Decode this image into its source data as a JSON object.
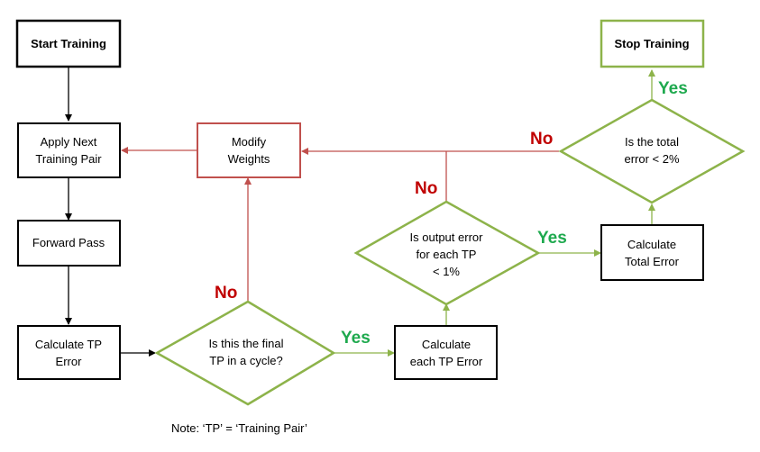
{
  "colors": {
    "black": "#000000",
    "red_line": "#c0504d",
    "green": "#8db34a",
    "label_red": "#c00000",
    "label_green": "#1ea94e"
  },
  "nodes": {
    "start_training": "Start Training",
    "apply_next_pair": [
      "Apply Next",
      "Training Pair"
    ],
    "forward_pass": "Forward Pass",
    "calc_tp_error": [
      "Calculate TP",
      "Error"
    ],
    "final_tp_decision": [
      "Is this the final",
      "TP in a cycle?"
    ],
    "calc_each_tp_error": [
      "Calculate",
      "each TP Error"
    ],
    "output_error_decision": [
      "Is output error",
      "for each TP",
      "< 1%"
    ],
    "modify_weights": [
      "Modify",
      "Weights"
    ],
    "calc_total_error": [
      "Calculate",
      "Total Error"
    ],
    "total_error_decision": [
      "Is the total",
      "error < 2%"
    ],
    "stop_training": "Stop Training"
  },
  "edge_labels": {
    "yes_final_tp": "Yes",
    "no_final_tp": "No",
    "yes_output_error": "Yes",
    "no_output_error": "No",
    "yes_total_error": "Yes",
    "no_total_error": "No"
  },
  "note": "Note: ‘TP’ = ‘Training Pair’"
}
